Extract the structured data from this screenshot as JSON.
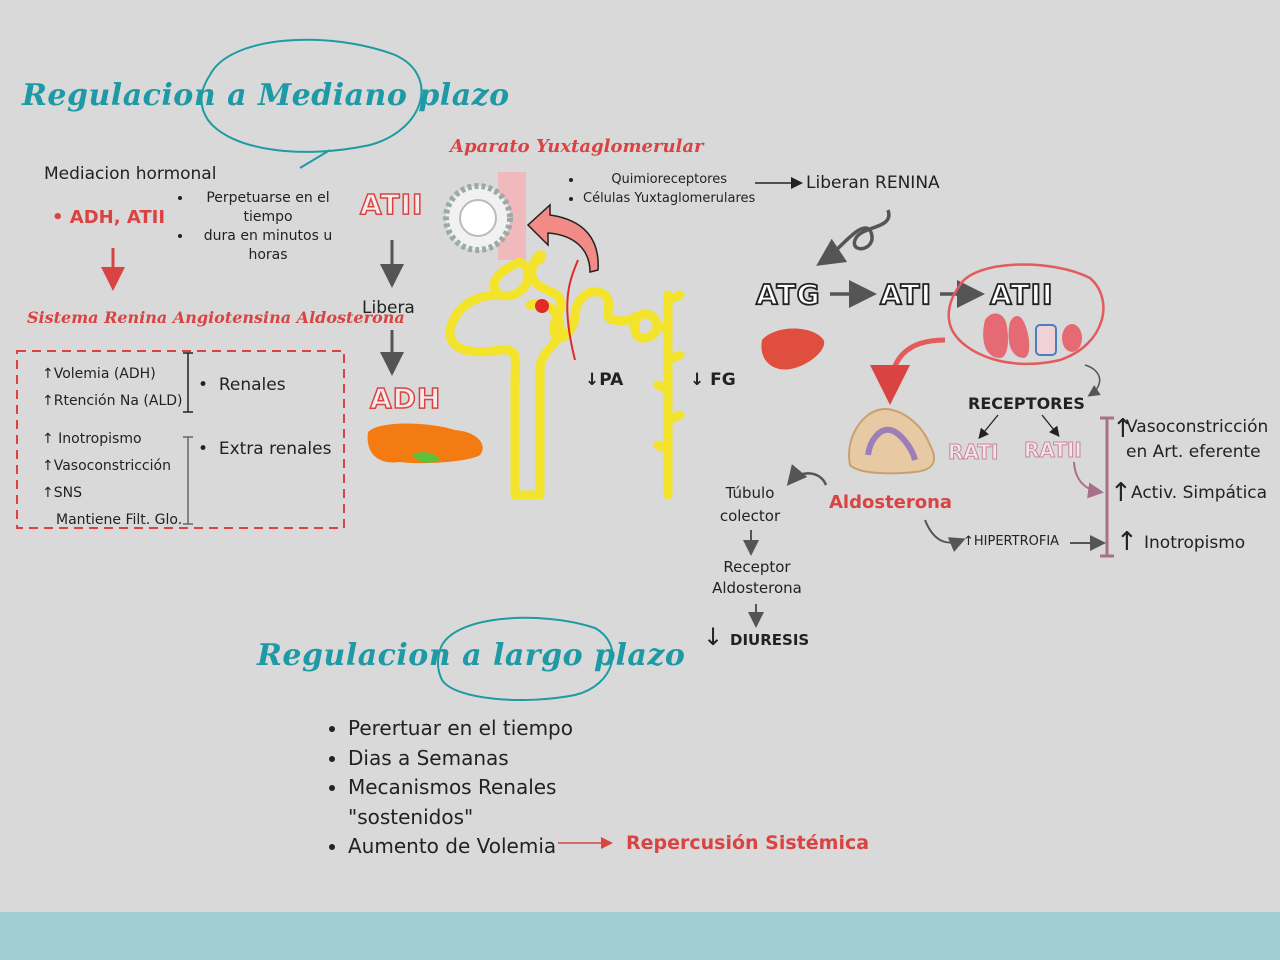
{
  "titles": {
    "medium_term": "Regulacion a Mediano plazo",
    "long_term": "Regulacion a largo plazo"
  },
  "mediacion": {
    "heading": "Mediacion hormonal",
    "bullet": "ADH, ATII",
    "notes": [
      "Perpetuarse en el tiempo",
      "dura en minutos u horas"
    ]
  },
  "sraa": {
    "title": "Sistema Renina Angiotensina Aldosterona",
    "renal_items": [
      "↑Volemia (ADH)",
      "↑Rtención Na (ALD)"
    ],
    "renal_label": "Renales",
    "extra_items": [
      "↑ Inotropismo",
      "↑Vasoconstricción",
      "↑SNS",
      "Mantiene  Filt. Glo."
    ],
    "extra_label": "Extra renales"
  },
  "center": {
    "atii": "ATII",
    "libera": "Libera",
    "adh": "ADH",
    "pa": "↓PA",
    "fg": "↓ FG"
  },
  "juxta": {
    "title": "Aparato Yuxtaglomerular",
    "items": [
      "Quimioreceptores",
      "Células Yuxtaglomerulares"
    ],
    "liberan": "Liberan RENINA"
  },
  "cascade": {
    "atg": "ATG",
    "ati": "ATI",
    "atii": "ATII"
  },
  "receptors": {
    "title": "RECEPTORES",
    "rati": "RATI",
    "ratii": "RATII",
    "effects": [
      "Vasoconstricción en Art. eferente",
      "Activ. Simpática",
      "Inotropismo"
    ],
    "hipertrofia": "↑HIPERTROFIA"
  },
  "aldosterona": {
    "label": "Aldosterona",
    "tubulo": "Túbulo colector",
    "receptor": "Receptor Aldosterona",
    "diuresis": "DIURESIS"
  },
  "long_term": {
    "bullets": [
      "Perertuar en el tiempo",
      "Dias a Semanas",
      "Mecanismos Renales \"sostenidos\"",
      "Aumento de Volemia"
    ],
    "repercusion": "Repercusión Sistémica"
  },
  "colors": {
    "teal": "#1d9aa5",
    "red": "#d94443",
    "background": "#d9d9d9",
    "footer": "#9fcdd0",
    "nephron": "#f3e32a"
  }
}
